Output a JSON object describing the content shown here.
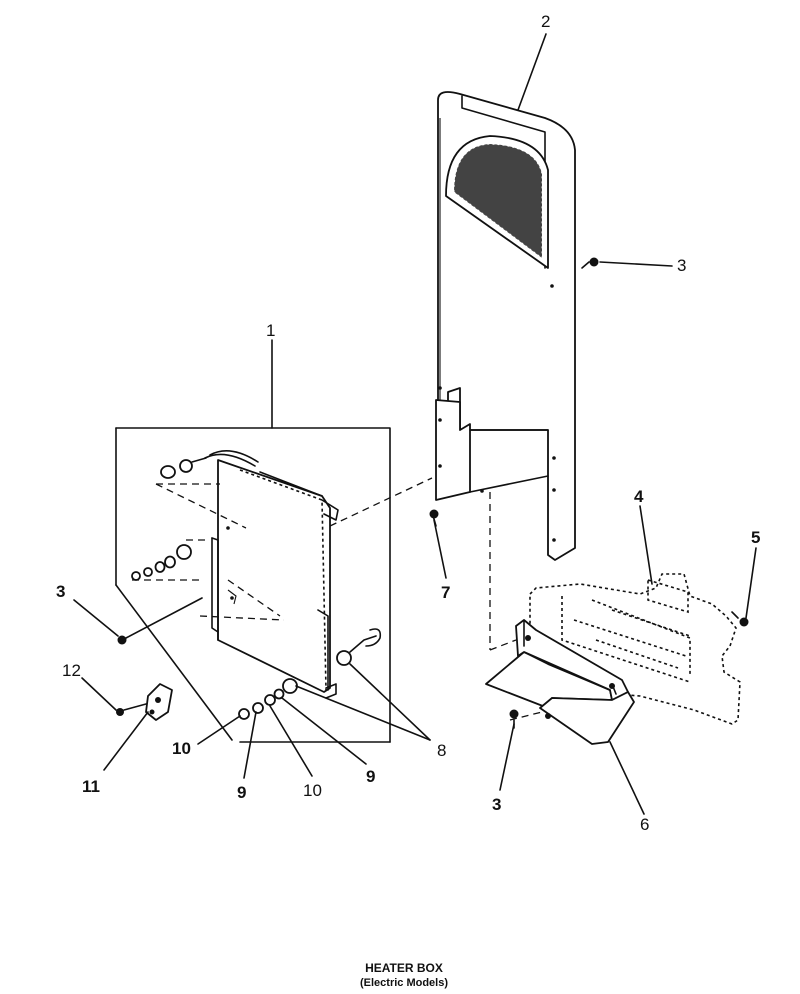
{
  "diagram": {
    "title": "HEATER BOX",
    "subtitle": "(Electric Models)",
    "callouts": {
      "c1": "1",
      "c2": "2",
      "c3_top": "3",
      "c3_left": "3",
      "c3_bottom": "3",
      "c4": "4",
      "c5": "5",
      "c6": "6",
      "c7": "7",
      "c8": "8",
      "c9_left": "9",
      "c9_right": "9",
      "c10_left": "10",
      "c10_mid": "10",
      "c11": "11",
      "c12": "12"
    },
    "icons": [
      "screw-icon",
      "nut-icon",
      "washer-icon",
      "insulator-icon",
      "terminal-block-icon"
    ]
  }
}
